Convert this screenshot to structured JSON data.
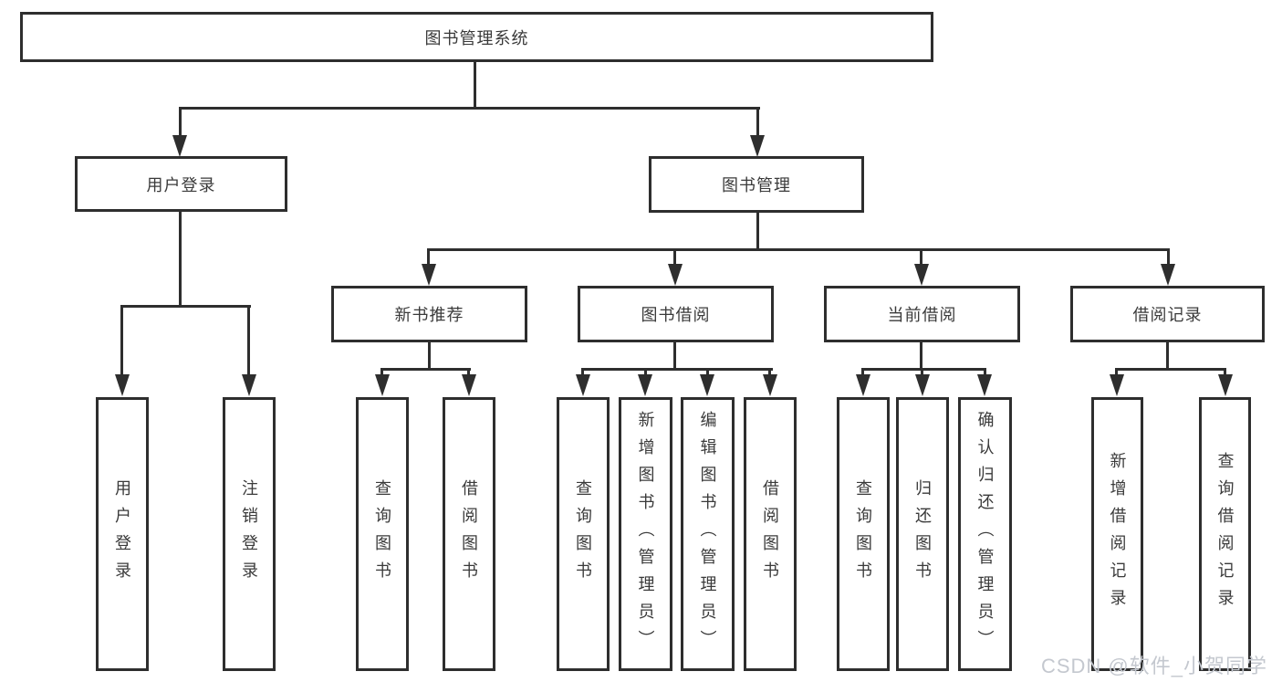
{
  "watermark": "CSDN @软件_小贺同学",
  "colors": {
    "line": "#2e2e2e",
    "text": "#3a3a3a",
    "box_background": "#ffffff",
    "watermark": "#c4c8cf"
  },
  "tree": {
    "root": "图书管理系统",
    "user_login": {
      "label": "用户登录",
      "children": [
        "用户登录",
        "注销登录"
      ]
    },
    "book_mgmt": {
      "label": "图书管理",
      "sections": [
        {
          "label": "新书推荐",
          "children": [
            "查询图书",
            "借阅图书"
          ]
        },
        {
          "label": "图书借阅",
          "children": [
            "查询图书",
            "新增图书（管理员）",
            "编辑图书（管理员）",
            "借阅图书"
          ]
        },
        {
          "label": "当前借阅",
          "children": [
            "查询图书",
            "归还图书",
            "确认归还（管理员）"
          ]
        },
        {
          "label": "借阅记录",
          "children": [
            "新增借阅记录",
            "查询借阅记录"
          ]
        }
      ]
    }
  }
}
